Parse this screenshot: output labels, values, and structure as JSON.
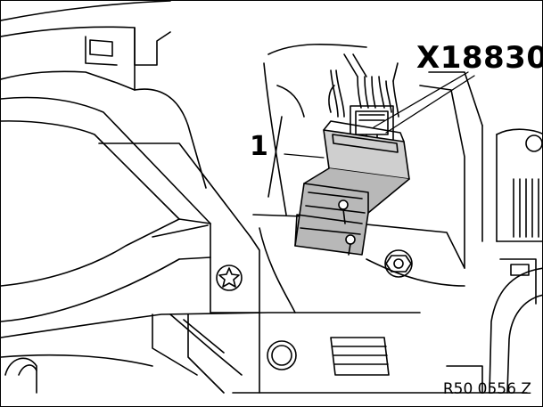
{
  "figure": {
    "callouts": {
      "connector": "X18830",
      "part": "1"
    },
    "reference_code": "R50 0556 Z"
  }
}
